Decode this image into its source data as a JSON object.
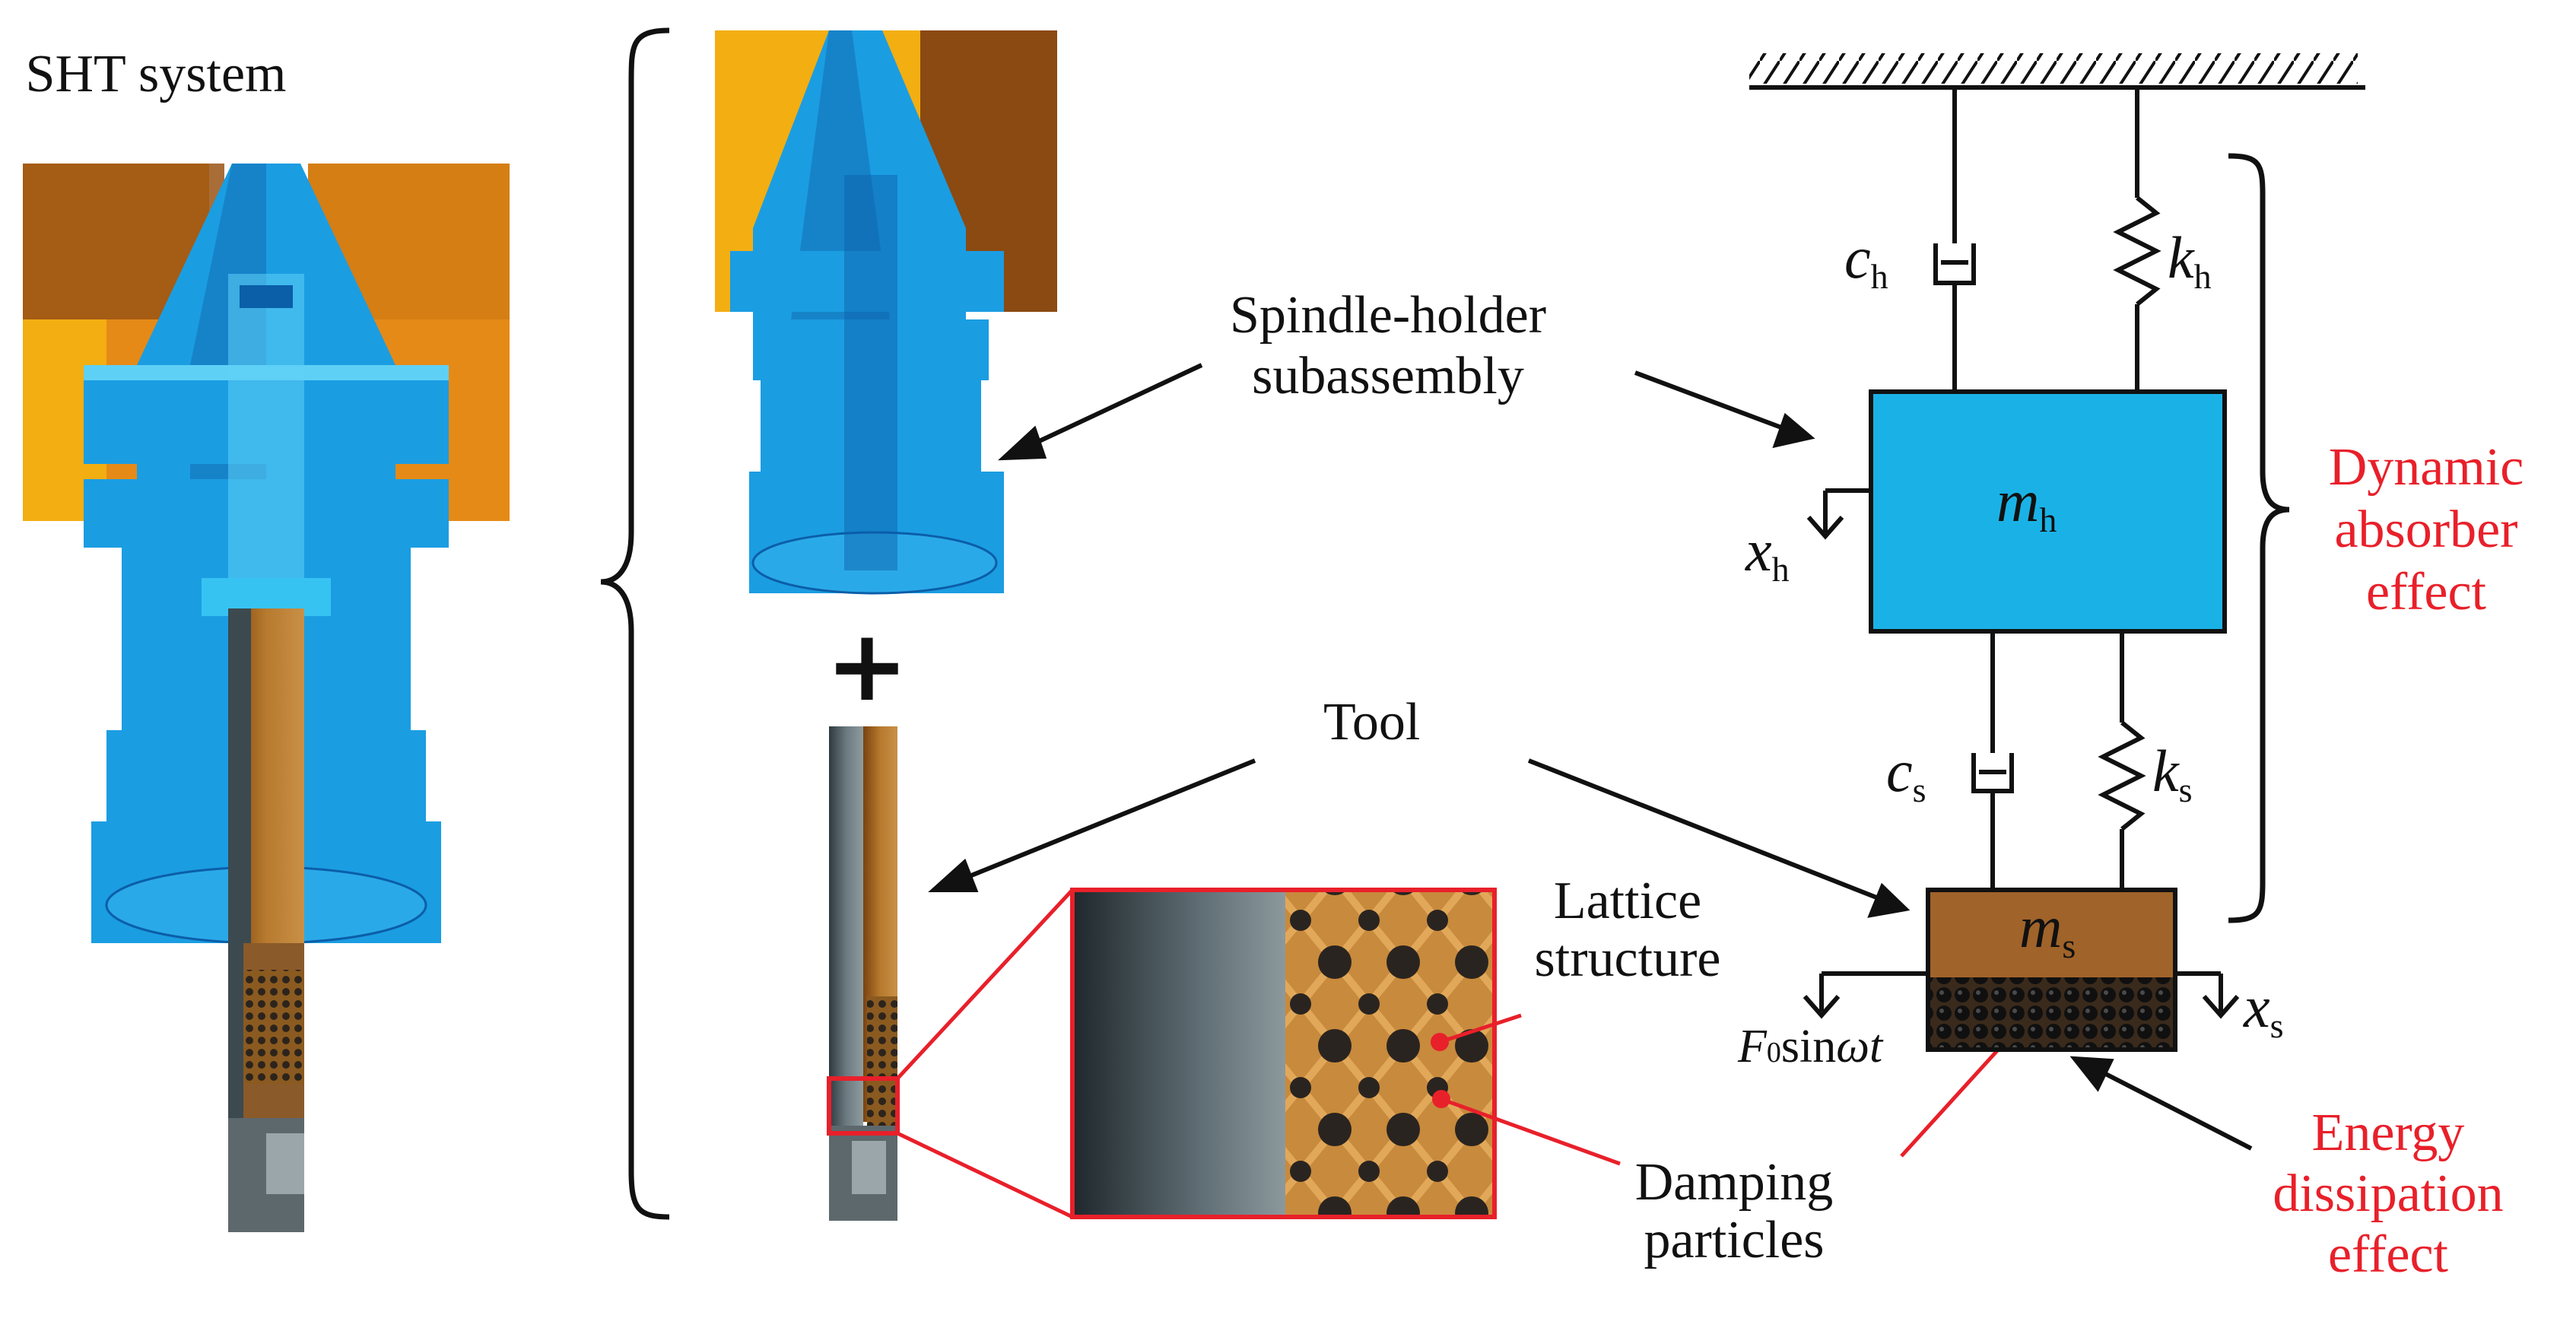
{
  "figure": {
    "title": "SHT system",
    "plus_symbol": "+",
    "labels": {
      "spindle_holder": [
        "Spindle-holder",
        "subassembly"
      ],
      "tool": "Tool",
      "lattice": [
        "Lattice",
        "structure"
      ],
      "damping": [
        "Damping",
        "particles"
      ],
      "dynamic_absorber": [
        "Dynamic",
        "absorber",
        "effect"
      ],
      "energy_dissipation": [
        "Energy",
        "dissipation",
        "effect"
      ]
    },
    "symbols": {
      "c_h": {
        "main": "c",
        "sub": "h"
      },
      "k_h": {
        "main": "k",
        "sub": "h"
      },
      "m_h": {
        "main": "m",
        "sub": "h"
      },
      "x_h": {
        "main": "x",
        "sub": "h"
      },
      "c_s": {
        "main": "c",
        "sub": "s"
      },
      "k_s": {
        "main": "k",
        "sub": "s"
      },
      "m_s": {
        "main": "m",
        "sub": "s"
      },
      "x_s": {
        "main": "x",
        "sub": "s"
      },
      "force": {
        "f": "F",
        "sub": "0",
        "rest": "sin",
        "omega_t": "ωt"
      }
    }
  },
  "colors": {
    "housing_orange": "#e58a17",
    "housing_dark": "#8a4a12",
    "housing_yellow": "#f3ae12",
    "holder_blue": "#1b9de2",
    "holder_light": "#5fd0f5",
    "holder_dark": "#0b5ea8",
    "tool_bronze": "#b06f24",
    "mass_blue": "#1ab2e6",
    "mass_brown": "#a0632a",
    "callout_red": "#e8202a",
    "text_red": "#e8202a"
  }
}
